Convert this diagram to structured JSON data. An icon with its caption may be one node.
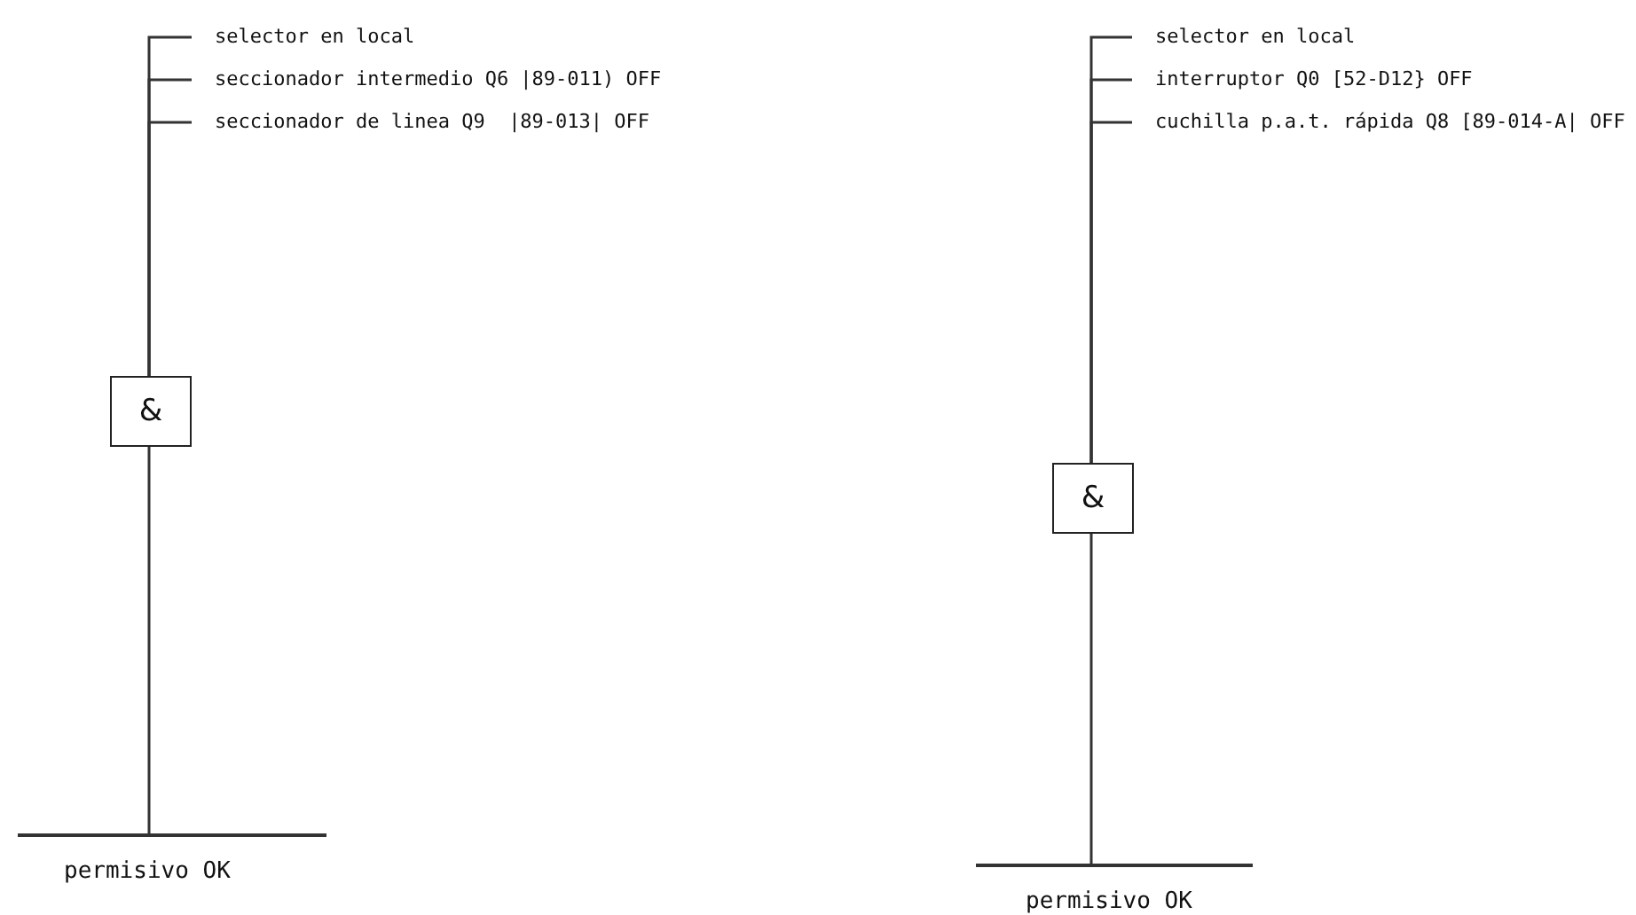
{
  "diagram": {
    "nodes": [
      {
        "text": [
          "selector en local"
        ]
      },
      {
        "text": [
          "seccionador intermedio Q6 |89-011) OFF"
        ]
      },
      {
        "text": [
          "seccionador de linea Q9  |89-013| OFF"
        ]
      },
      {
        "text": [
          "&"
        ]
      },
      {
        "text": [
          "permisivo OK"
        ]
      },
      {
        "text": [
          "selector en local"
        ]
      },
      {
        "text": [
          "interruptor Q0 [52-D12} OFF"
        ]
      },
      {
        "text": [
          "cuchilla p.a.t. rápida Q8 [89-014-A| OFF"
        ]
      },
      {
        "text": [
          "&"
        ]
      },
      {
        "text": [
          "permisivo OK"
        ]
      }
    ],
    "edges": [
      {
        "from": 0,
        "to": 3,
        "arrow": "none"
      },
      {
        "from": 1,
        "to": 3,
        "arrow": "none"
      },
      {
        "from": 2,
        "to": 3,
        "arrow": "none"
      },
      {
        "from": 3,
        "to": 4,
        "arrow": "none"
      },
      {
        "from": 5,
        "to": 8,
        "arrow": "none"
      },
      {
        "from": 6,
        "to": 8,
        "arrow": "none"
      },
      {
        "from": 7,
        "to": 8,
        "arrow": "none"
      },
      {
        "from": 8,
        "to": 9,
        "arrow": "none"
      }
    ]
  }
}
